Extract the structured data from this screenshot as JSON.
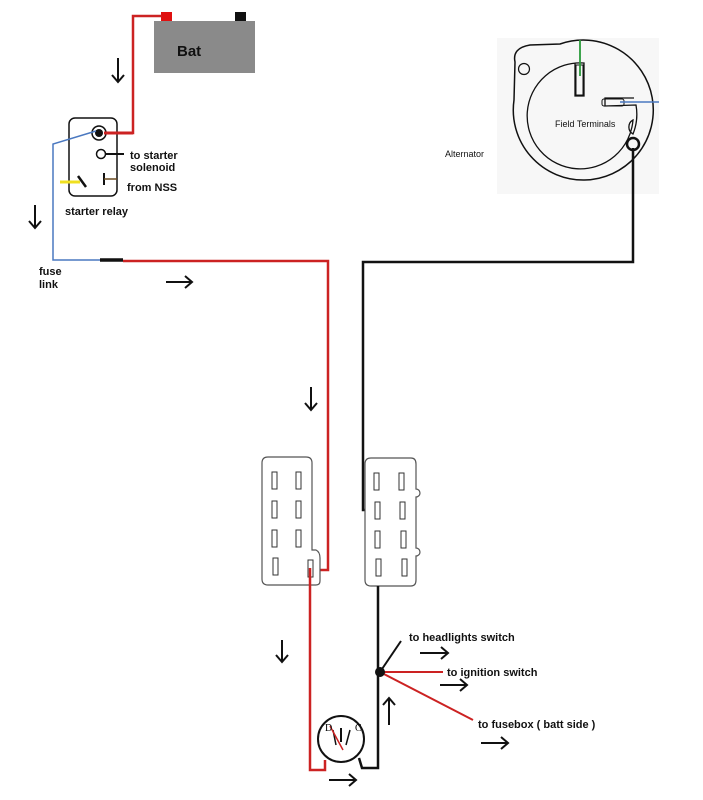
{
  "diagram": {
    "battery": {
      "label": "Bat",
      "color": "#8a8a8a",
      "positive_color": "#e01010",
      "negative_color": "#111111"
    },
    "starter_relay": {
      "label": "starter relay",
      "to_starter_label_1": "to starter",
      "to_starter_label_2": "solenoid",
      "from_nss_label": "from NSS"
    },
    "fuse_link": {
      "label_1": "fuse",
      "label_2": "link"
    },
    "alternator": {
      "label": "Alternator",
      "field_label": "Field Terminals"
    },
    "junction": {
      "to_headlights": "to headlights switch",
      "to_ignition": "to ignition switch",
      "to_fusebox": "to fusebox ( batt side )"
    },
    "ammeter": {
      "left_terminal": "D",
      "right_terminal": "C"
    },
    "wire_colors": {
      "red": "#cc2222",
      "black": "#111111",
      "blue": "#4a78c0",
      "green": "#2a9a3a",
      "yellow": "#f0e020",
      "brown": "#6b4a20"
    }
  }
}
